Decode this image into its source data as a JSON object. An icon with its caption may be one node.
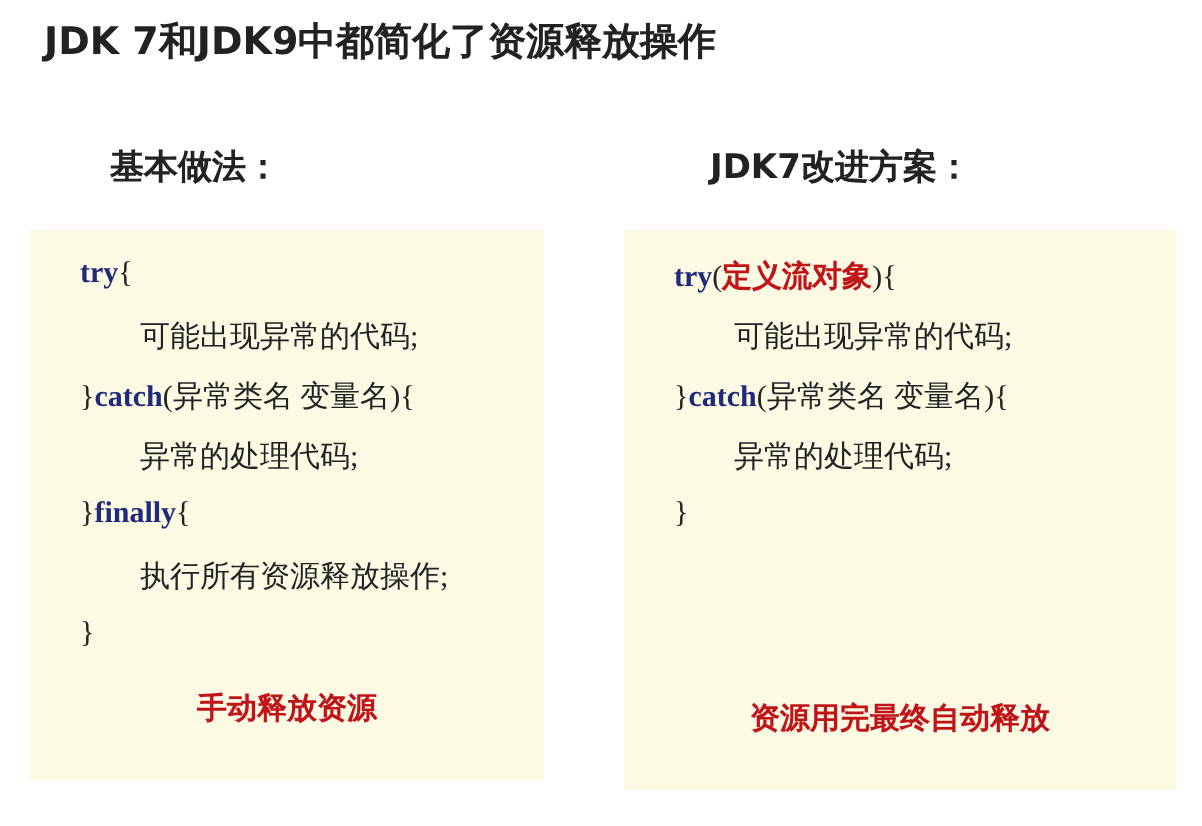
{
  "diagram": {
    "title": "JDK 7和JDK9中都简化了资源释放操作",
    "nodes": [
      {
        "text": [
          "基本做法：",
          "**try**{",
          "可能出现异常的代码;",
          "}**catch**(异常类名 变量名){",
          "异常的处理代码;",
          "}**finally**{",
          "执行所有资源释放操作;",
          "}",
          "手动释放资源"
        ]
      },
      {
        "text": [
          "JDK7改进方案：",
          "**try**(**定义流对象**){",
          "可能出现异常的代码;",
          "}**catch**(异常类名 变量名){",
          "异常的处理代码;",
          "}",
          "资源用完最终自动释放"
        ]
      }
    ]
  }
}
